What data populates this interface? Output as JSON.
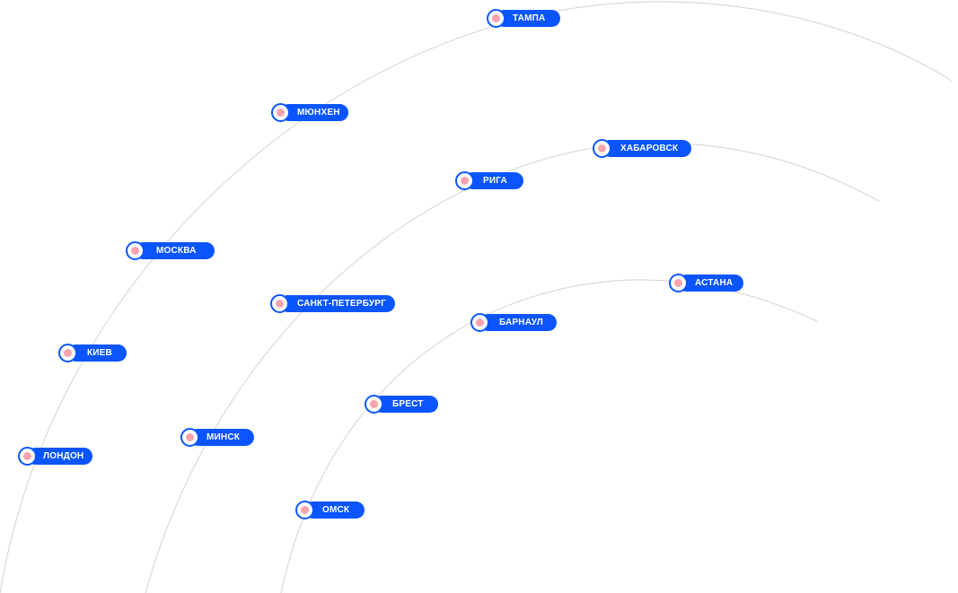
{
  "colors": {
    "accent": "#0a55ff",
    "marker_inner": "#f6a3ad",
    "arc_line": "#cfcfcf"
  },
  "cities": [
    {
      "id": "tampa",
      "label": "ТАМПА"
    },
    {
      "id": "munich",
      "label": "МЮНХЕН"
    },
    {
      "id": "khabarovsk",
      "label": "ХАБАРОВСК"
    },
    {
      "id": "riga",
      "label": "РИГА"
    },
    {
      "id": "moscow",
      "label": "МОСКВА"
    },
    {
      "id": "saint-petersburg",
      "label": "САНКТ-ПЕТЕРБУРГ"
    },
    {
      "id": "astana",
      "label": "АСТАНА"
    },
    {
      "id": "barnaul",
      "label": "БАРНАУЛ"
    },
    {
      "id": "kiev",
      "label": "КИЕВ"
    },
    {
      "id": "brest",
      "label": "БРЕСТ"
    },
    {
      "id": "minsk",
      "label": "МИНСК"
    },
    {
      "id": "london",
      "label": "ЛОНДОН"
    },
    {
      "id": "omsk",
      "label": "ОМСК"
    }
  ]
}
